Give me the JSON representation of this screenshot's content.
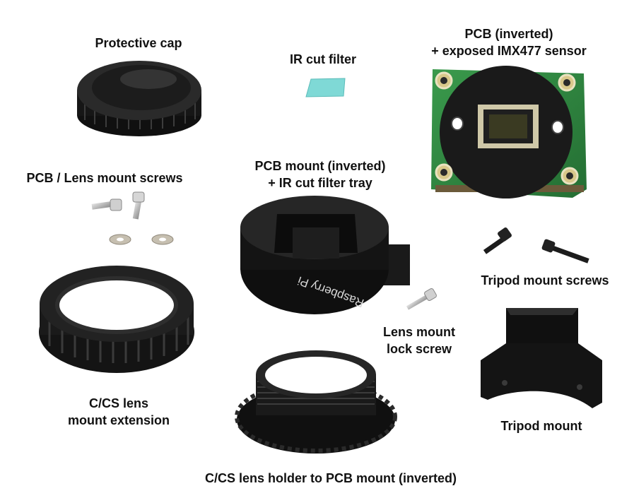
{
  "labels": {
    "protective_cap": "Protective cap",
    "ir_cut_filter": "IR cut filter",
    "pcb": {
      "line1": "PCB (inverted)",
      "line2": "+ exposed IMX477 sensor"
    },
    "pcb_lens_mount_screws": "PCB / Lens mount screws",
    "pcb_mount": {
      "line1": "PCB mount (inverted)",
      "line2": "+ IR cut filter tray"
    },
    "tripod_mount_screws": "Tripod mount screws",
    "lens_mount_lock_screw": {
      "line1": "Lens mount",
      "line2": "lock screw"
    },
    "cs_lens_mount_extension": {
      "line1": "C/CS lens",
      "line2": "mount extension"
    },
    "tripod_mount": "Tripod mount",
    "cs_lens_holder": "C/CS lens holder to PCB mount (inverted)"
  },
  "engraving": "Raspberry Pi",
  "colors": {
    "background": "#ffffff",
    "black_parts": "#141414",
    "pcb_green": "#2f8a43",
    "ir_filter": "#7fd9d6",
    "sensor": "#3a3a22",
    "metal": "#b8b8b8"
  }
}
